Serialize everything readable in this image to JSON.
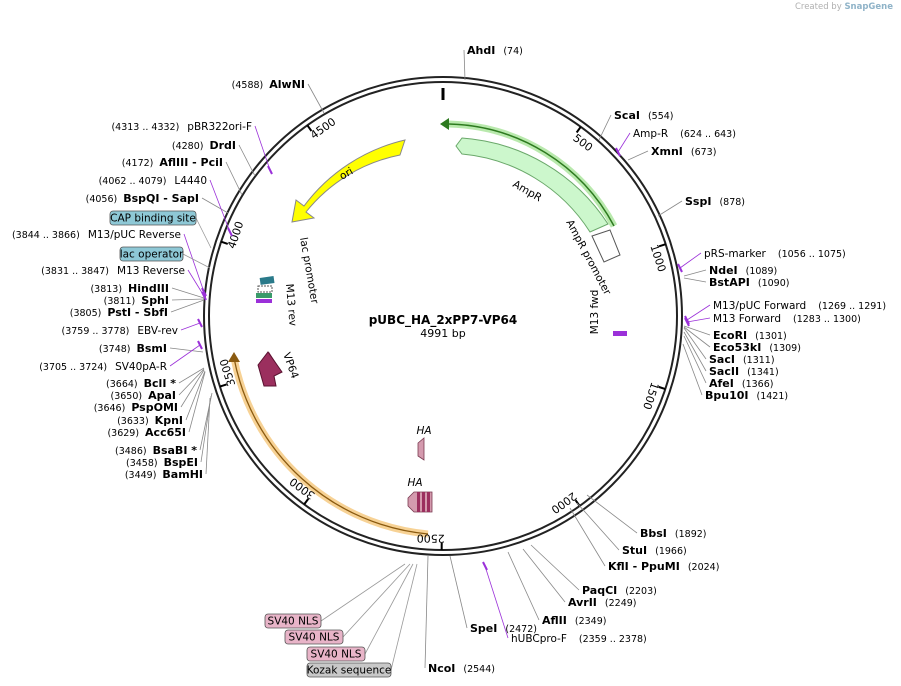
{
  "credit": {
    "prefix": "Created by",
    "brand": "SnapGene"
  },
  "plasmid": {
    "name": "pUBC_HA_2xPP7-VP64",
    "length": "4991 bp"
  },
  "ticks": [
    "500",
    "1000",
    "1500",
    "2000",
    "2500",
    "3000",
    "3500",
    "4000",
    "4500"
  ],
  "enzymes": [
    {
      "name": "AhdI",
      "pos": "(74)"
    },
    {
      "name": "ScaI",
      "pos": "(554)"
    },
    {
      "name": "XmnI",
      "pos": "(673)"
    },
    {
      "name": "SspI",
      "pos": "(878)"
    },
    {
      "name": "NdeI",
      "pos": "(1089)"
    },
    {
      "name": "BstAPI",
      "pos": "(1090)"
    },
    {
      "name": "EcoRI",
      "pos": "(1301)"
    },
    {
      "name": "Eco53kI",
      "pos": "(1309)"
    },
    {
      "name": "SacI",
      "pos": "(1311)"
    },
    {
      "name": "SacII",
      "pos": "(1341)"
    },
    {
      "name": "AfeI",
      "pos": "(1366)"
    },
    {
      "name": "Bpu10I",
      "pos": "(1421)"
    },
    {
      "name": "BbsI",
      "pos": "(1892)"
    },
    {
      "name": "StuI",
      "pos": "(1966)"
    },
    {
      "name": "KflI  - PpuMI",
      "pos": "(2024)"
    },
    {
      "name": "PaqCI",
      "pos": "(2203)"
    },
    {
      "name": "AvrII",
      "pos": "(2249)"
    },
    {
      "name": "AflII",
      "pos": "(2349)"
    },
    {
      "name": "SpeI",
      "pos": "(2472)"
    },
    {
      "name": "NcoI",
      "pos": "(2544)"
    },
    {
      "name": "BamHI",
      "pos": "(3449)"
    },
    {
      "name": "BspEI",
      "pos": "(3458)"
    },
    {
      "name": "BsaBI *",
      "pos": "(3486)"
    },
    {
      "name": "Acc65I",
      "pos": "(3629)"
    },
    {
      "name": "KpnI",
      "pos": "(3633)"
    },
    {
      "name": "PspOMI",
      "pos": "(3646)"
    },
    {
      "name": "ApaI",
      "pos": "(3650)"
    },
    {
      "name": "BclI *",
      "pos": "(3664)"
    },
    {
      "name": "BsmI",
      "pos": "(3748)"
    },
    {
      "name": "PstI  - SbfI",
      "pos": "(3805)"
    },
    {
      "name": "SphI",
      "pos": "(3811)"
    },
    {
      "name": "HindIII",
      "pos": "(3813)"
    },
    {
      "name": "BspQI  - SapI",
      "pos": "(4056)"
    },
    {
      "name": "AflIII  - PciI",
      "pos": "(4172)"
    },
    {
      "name": "DrdI",
      "pos": "(4280)"
    },
    {
      "name": "AlwNI",
      "pos": "(4588)"
    }
  ],
  "primers": [
    {
      "name": "Amp-R",
      "range": "(624 .. 643)"
    },
    {
      "name": "pRS-marker",
      "range": "(1056 .. 1075)"
    },
    {
      "name": "M13/pUC Forward",
      "range": "(1269 .. 1291)"
    },
    {
      "name": "M13 Forward",
      "range": "(1283 .. 1300)"
    },
    {
      "name": "hUBCpro-F",
      "range": "(2359 .. 2378)"
    },
    {
      "name": "SV40pA-R",
      "range": "(3705 .. 3724)"
    },
    {
      "name": "EBV-rev",
      "range": "(3759 .. 3778)"
    },
    {
      "name": "M13 Reverse",
      "range": "(3831 .. 3847)"
    },
    {
      "name": "M13/pUC Reverse",
      "range": "(3844 .. 3866)"
    },
    {
      "name": "L4440",
      "range": "(4062 .. 4079)"
    },
    {
      "name": "pBR322ori-F",
      "range": "(4313 .. 4332)"
    }
  ],
  "boxed_features": [
    {
      "name": "CAP binding site",
      "color": "#8ec8d6"
    },
    {
      "name": "lac operator",
      "color": "#8ec8d6"
    },
    {
      "name": "SV40 NLS",
      "color": "#e8b4c8"
    },
    {
      "name": "SV40 NLS",
      "color": "#e8b4c8"
    },
    {
      "name": "SV40 NLS",
      "color": "#e8b4c8"
    },
    {
      "name": "Kozak sequence",
      "color": "#c8c8c8"
    }
  ],
  "inner_features": {
    "ampr": "AmpR",
    "ampr_promoter": "AmpR promoter",
    "ori": "ori",
    "lac_promoter": "lac promoter",
    "m13_rev": "M13 rev",
    "m13_fwd": "M13 fwd",
    "vp64": "VP64",
    "ha1": "HA",
    "ha2": "HA"
  },
  "colors": {
    "primer": "#9b30d9",
    "ampr_fill": "#ccf7cc",
    "ori_fill": "#ffff00",
    "vp64_fill": "#9b2f5e",
    "ubc_highlight": "#f5c77a",
    "amp_highlight": "#9be08a"
  }
}
